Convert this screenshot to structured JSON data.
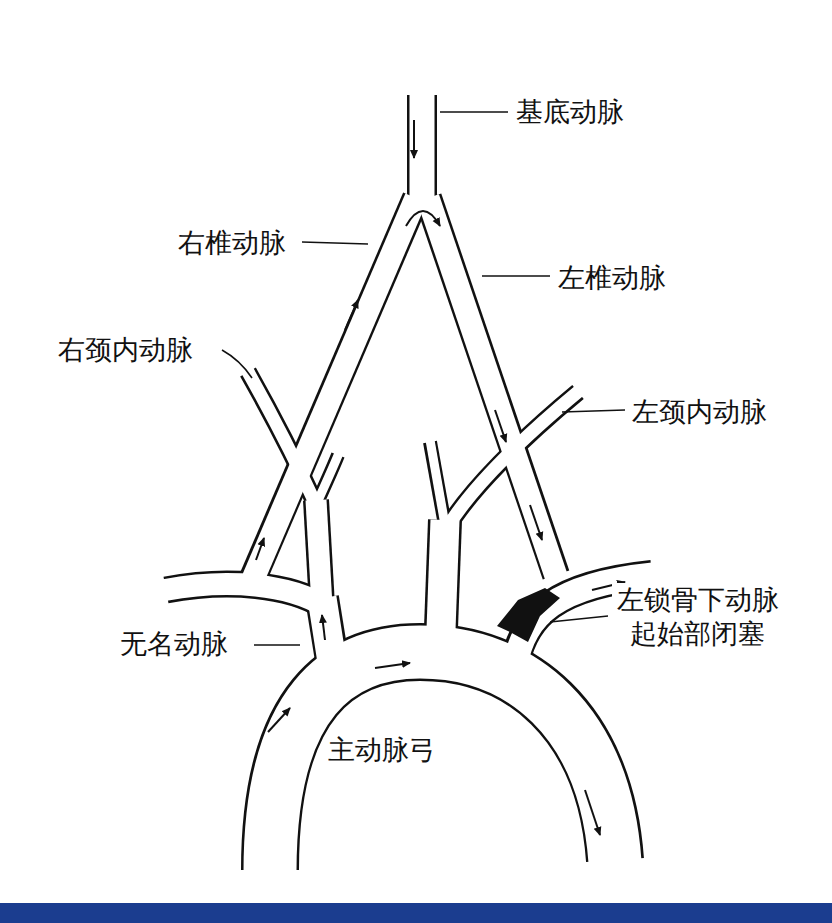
{
  "diagram": {
    "labels": [
      "基底动脉",
      "右椎动脉",
      "左椎动脉",
      "右颈内动脉",
      "左颈内动脉",
      "左锁骨下动脉 起始部闭塞",
      "无名动脉",
      "主动脉弓"
    ]
  }
}
